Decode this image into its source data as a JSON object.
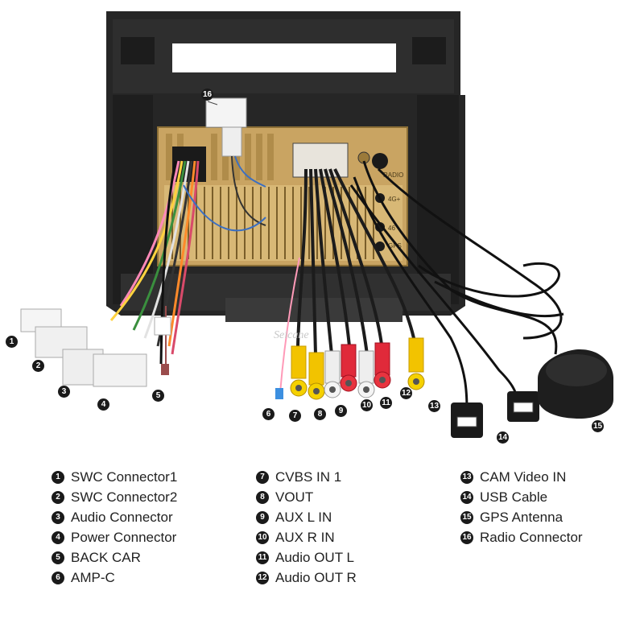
{
  "diagram": {
    "unit_labels": {
      "radio": "RADIO",
      "port_4g": "4G+",
      "port_46": "46",
      "port_gps": "GPS"
    },
    "watermark": "Seicane"
  },
  "legend": [
    {
      "num": "1",
      "label": "SWC Connector1"
    },
    {
      "num": "2",
      "label": "SWC Connector2"
    },
    {
      "num": "3",
      "label": "Audio Connector"
    },
    {
      "num": "4",
      "label": "Power Connector"
    },
    {
      "num": "5",
      "label": "BACK CAR"
    },
    {
      "num": "6",
      "label": "AMP-C"
    },
    {
      "num": "7",
      "label": "CVBS IN 1"
    },
    {
      "num": "8",
      "label": "VOUT"
    },
    {
      "num": "9",
      "label": "AUX L IN"
    },
    {
      "num": "10",
      "label": "AUX R IN"
    },
    {
      "num": "11",
      "label": "Audio OUT L"
    },
    {
      "num": "12",
      "label": "Audio OUT R"
    },
    {
      "num": "13",
      "label": "CAM Video IN"
    },
    {
      "num": "14",
      "label": "USB Cable"
    },
    {
      "num": "15",
      "label": "GPS Antenna"
    },
    {
      "num": "16",
      "label": "Radio Connector"
    }
  ]
}
